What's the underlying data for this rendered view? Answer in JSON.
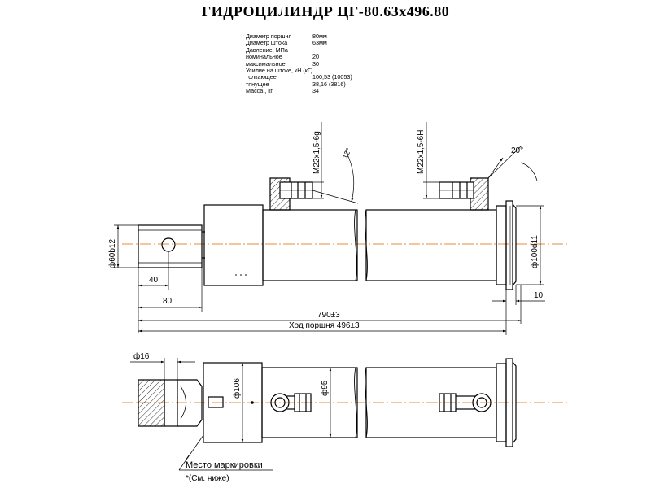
{
  "title": "ГИДРОЦИЛИНДР ЦГ-80.63x496.80",
  "specs": [
    {
      "k": "Диаметр поршня",
      "v": "80мм"
    },
    {
      "k": "Диаметр штока",
      "v": "63мм"
    },
    {
      "k": "Давление, МПа",
      "v": ""
    },
    {
      "k": "номинальное",
      "v": "20"
    },
    {
      "k": "максимальное",
      "v": "30"
    },
    {
      "k": "Усилие на штоке, кН (кГ)",
      "v": ""
    },
    {
      "k": "толкающее",
      "v": "100,53 (10053)"
    },
    {
      "k": "тянущее",
      "v": "38,16 (3816)"
    },
    {
      "k": "Масса , кг",
      "v": "34"
    }
  ],
  "dims": {
    "rod_thread": "М22х1,5-6g",
    "cap_thread": "М22х1,5-6Н",
    "angle_port": "12°",
    "angle_cap": "20°",
    "d_eye": "ф60b12",
    "d_cap": "ф100d11",
    "d_trunnion": "ф106",
    "d_barrel": "ф95",
    "d_hole": "ф16",
    "l40": "40",
    "l80": "80",
    "l10": "10",
    "overall": "790±3",
    "stroke": "Ход поршня 496±3",
    "marking_1": "Место маркировки",
    "marking_2": "*(См. ниже)"
  }
}
